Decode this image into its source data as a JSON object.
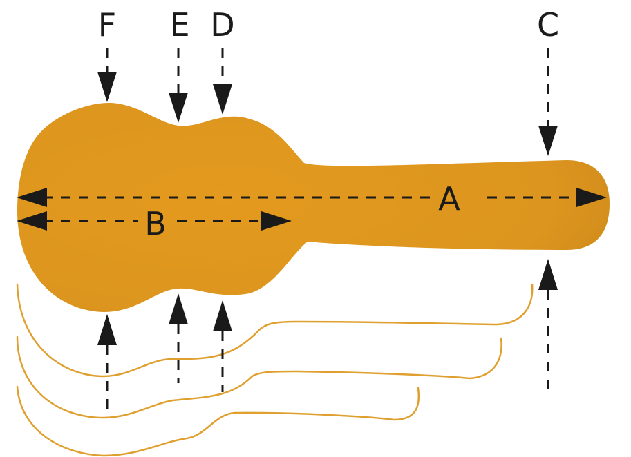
{
  "labels": {
    "a": "A",
    "b": "B",
    "c": "C",
    "d": "D",
    "e": "E",
    "f": "F"
  },
  "colors": {
    "case_fill": "#E09820",
    "outline": "#E0A030",
    "ink": "#1a1a1a"
  }
}
